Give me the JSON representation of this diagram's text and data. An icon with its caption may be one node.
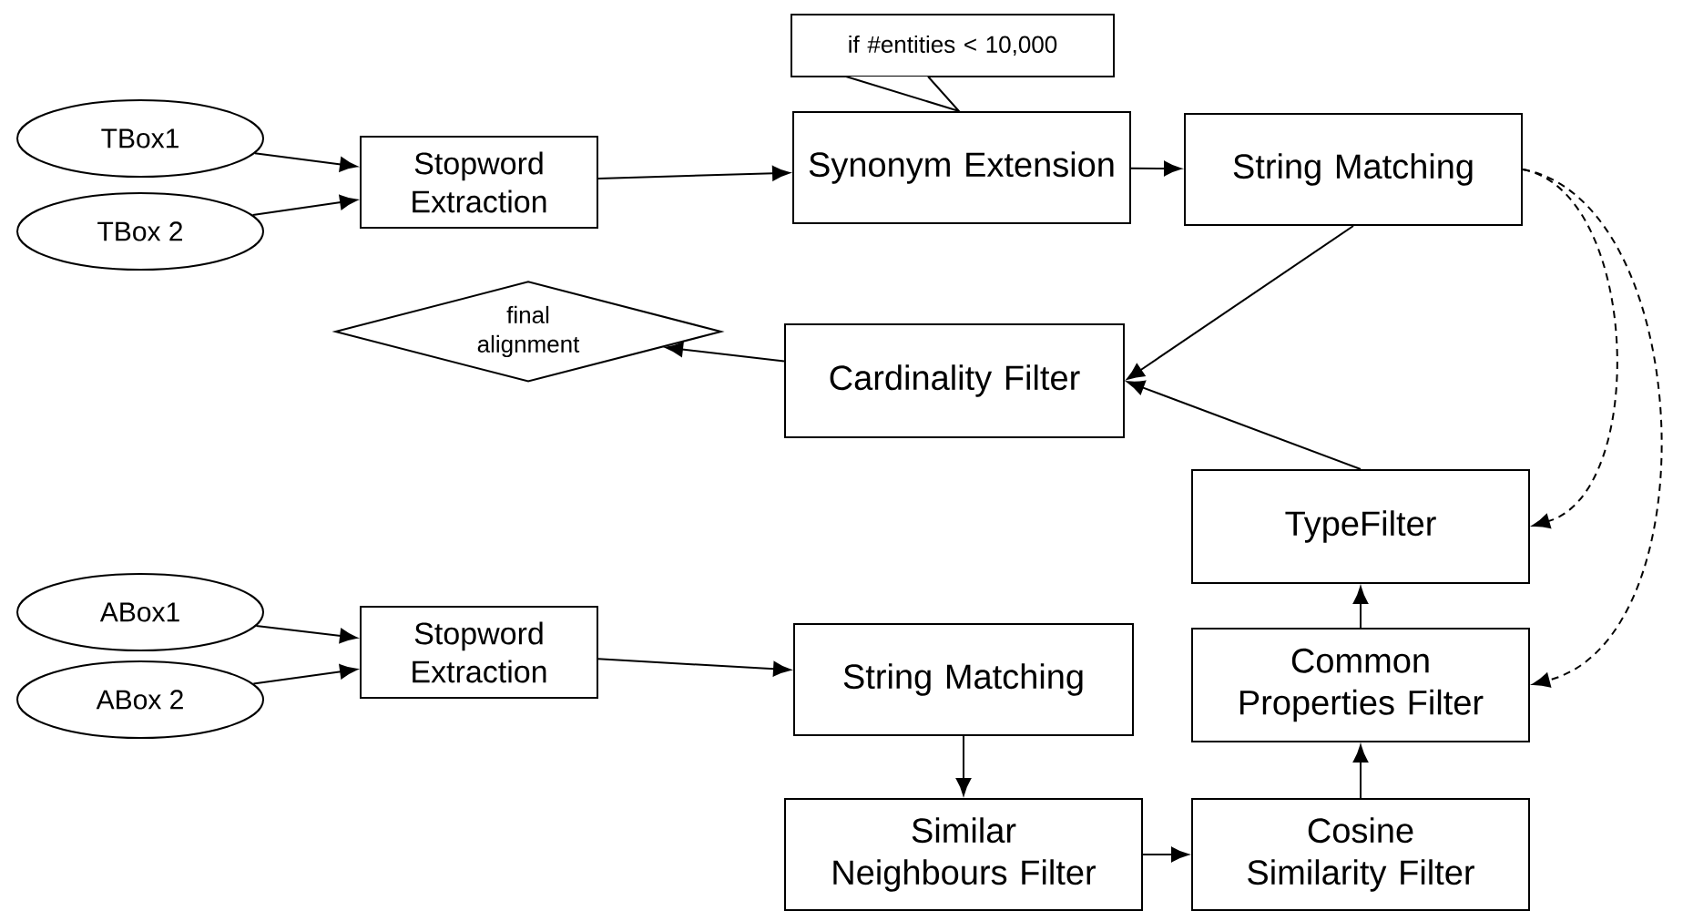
{
  "diagram": {
    "nodes": [
      {
        "text": [
          "TBox1"
        ]
      },
      {
        "text": [
          "TBox 2"
        ]
      },
      {
        "text": [
          "Stopword Extraction"
        ]
      },
      {
        "text": [
          "if #entities < 10,000"
        ]
      },
      {
        "text": [
          "Synonym Extension"
        ]
      },
      {
        "text": [
          "String Matching"
        ]
      },
      {
        "text": [
          "final alignment"
        ]
      },
      {
        "text": [
          "Cardinality Filter"
        ]
      },
      {
        "text": [
          "TypeFilter"
        ]
      },
      {
        "text": [
          "ABox1"
        ]
      },
      {
        "text": [
          "ABox 2"
        ]
      },
      {
        "text": [
          "Stopword Extraction"
        ]
      },
      {
        "text": [
          "String Matching"
        ]
      },
      {
        "text": [
          "Common Properties Filter"
        ]
      },
      {
        "text": [
          "Similar Neighbours Filter"
        ]
      },
      {
        "text": [
          "Cosine Similarity Filter"
        ]
      }
    ],
    "edges": [
      {
        "from": 0,
        "to": 2,
        "arrow": "to"
      },
      {
        "from": 1,
        "to": 2,
        "arrow": "to"
      },
      {
        "from": 2,
        "to": 4,
        "arrow": "to"
      },
      {
        "from": 4,
        "to": 5,
        "arrow": "to"
      },
      {
        "from": 5,
        "to": 7,
        "arrow": "to"
      },
      {
        "from": 8,
        "to": 7,
        "arrow": "to"
      },
      {
        "from": 7,
        "to": 6,
        "arrow": "to"
      },
      {
        "from": 5,
        "to": 8,
        "arrow": "to",
        "style": "dashed"
      },
      {
        "from": 5,
        "to": 13,
        "arrow": "to",
        "style": "dashed"
      },
      {
        "from": 9,
        "to": 11,
        "arrow": "to"
      },
      {
        "from": 10,
        "to": 11,
        "arrow": "to"
      },
      {
        "from": 11,
        "to": 12,
        "arrow": "to"
      },
      {
        "from": 12,
        "to": 14,
        "arrow": "to"
      },
      {
        "from": 14,
        "to": 15,
        "arrow": "to"
      },
      {
        "from": 15,
        "to": 13,
        "arrow": "to"
      },
      {
        "from": 13,
        "to": 8,
        "arrow": "to"
      }
    ]
  }
}
